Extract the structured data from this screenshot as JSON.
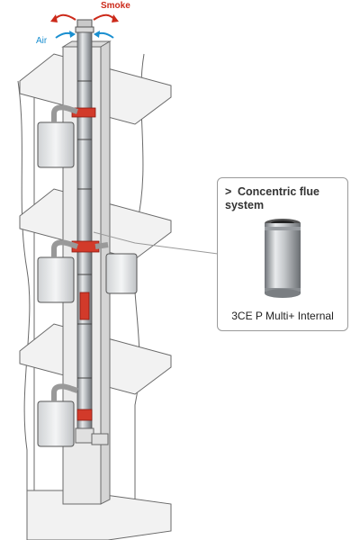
{
  "labels": {
    "smoke": "Smoke",
    "air": "Air"
  },
  "callout": {
    "chevron": ">",
    "title": "Concentric flue system",
    "product": "3CE P Multi+ Internal"
  },
  "colors": {
    "smoke_arrow": "#cc2a1a",
    "air_arrow": "#1a8fd0",
    "flue_connection": "#d23a2a",
    "building_line": "#6a6a6a"
  }
}
